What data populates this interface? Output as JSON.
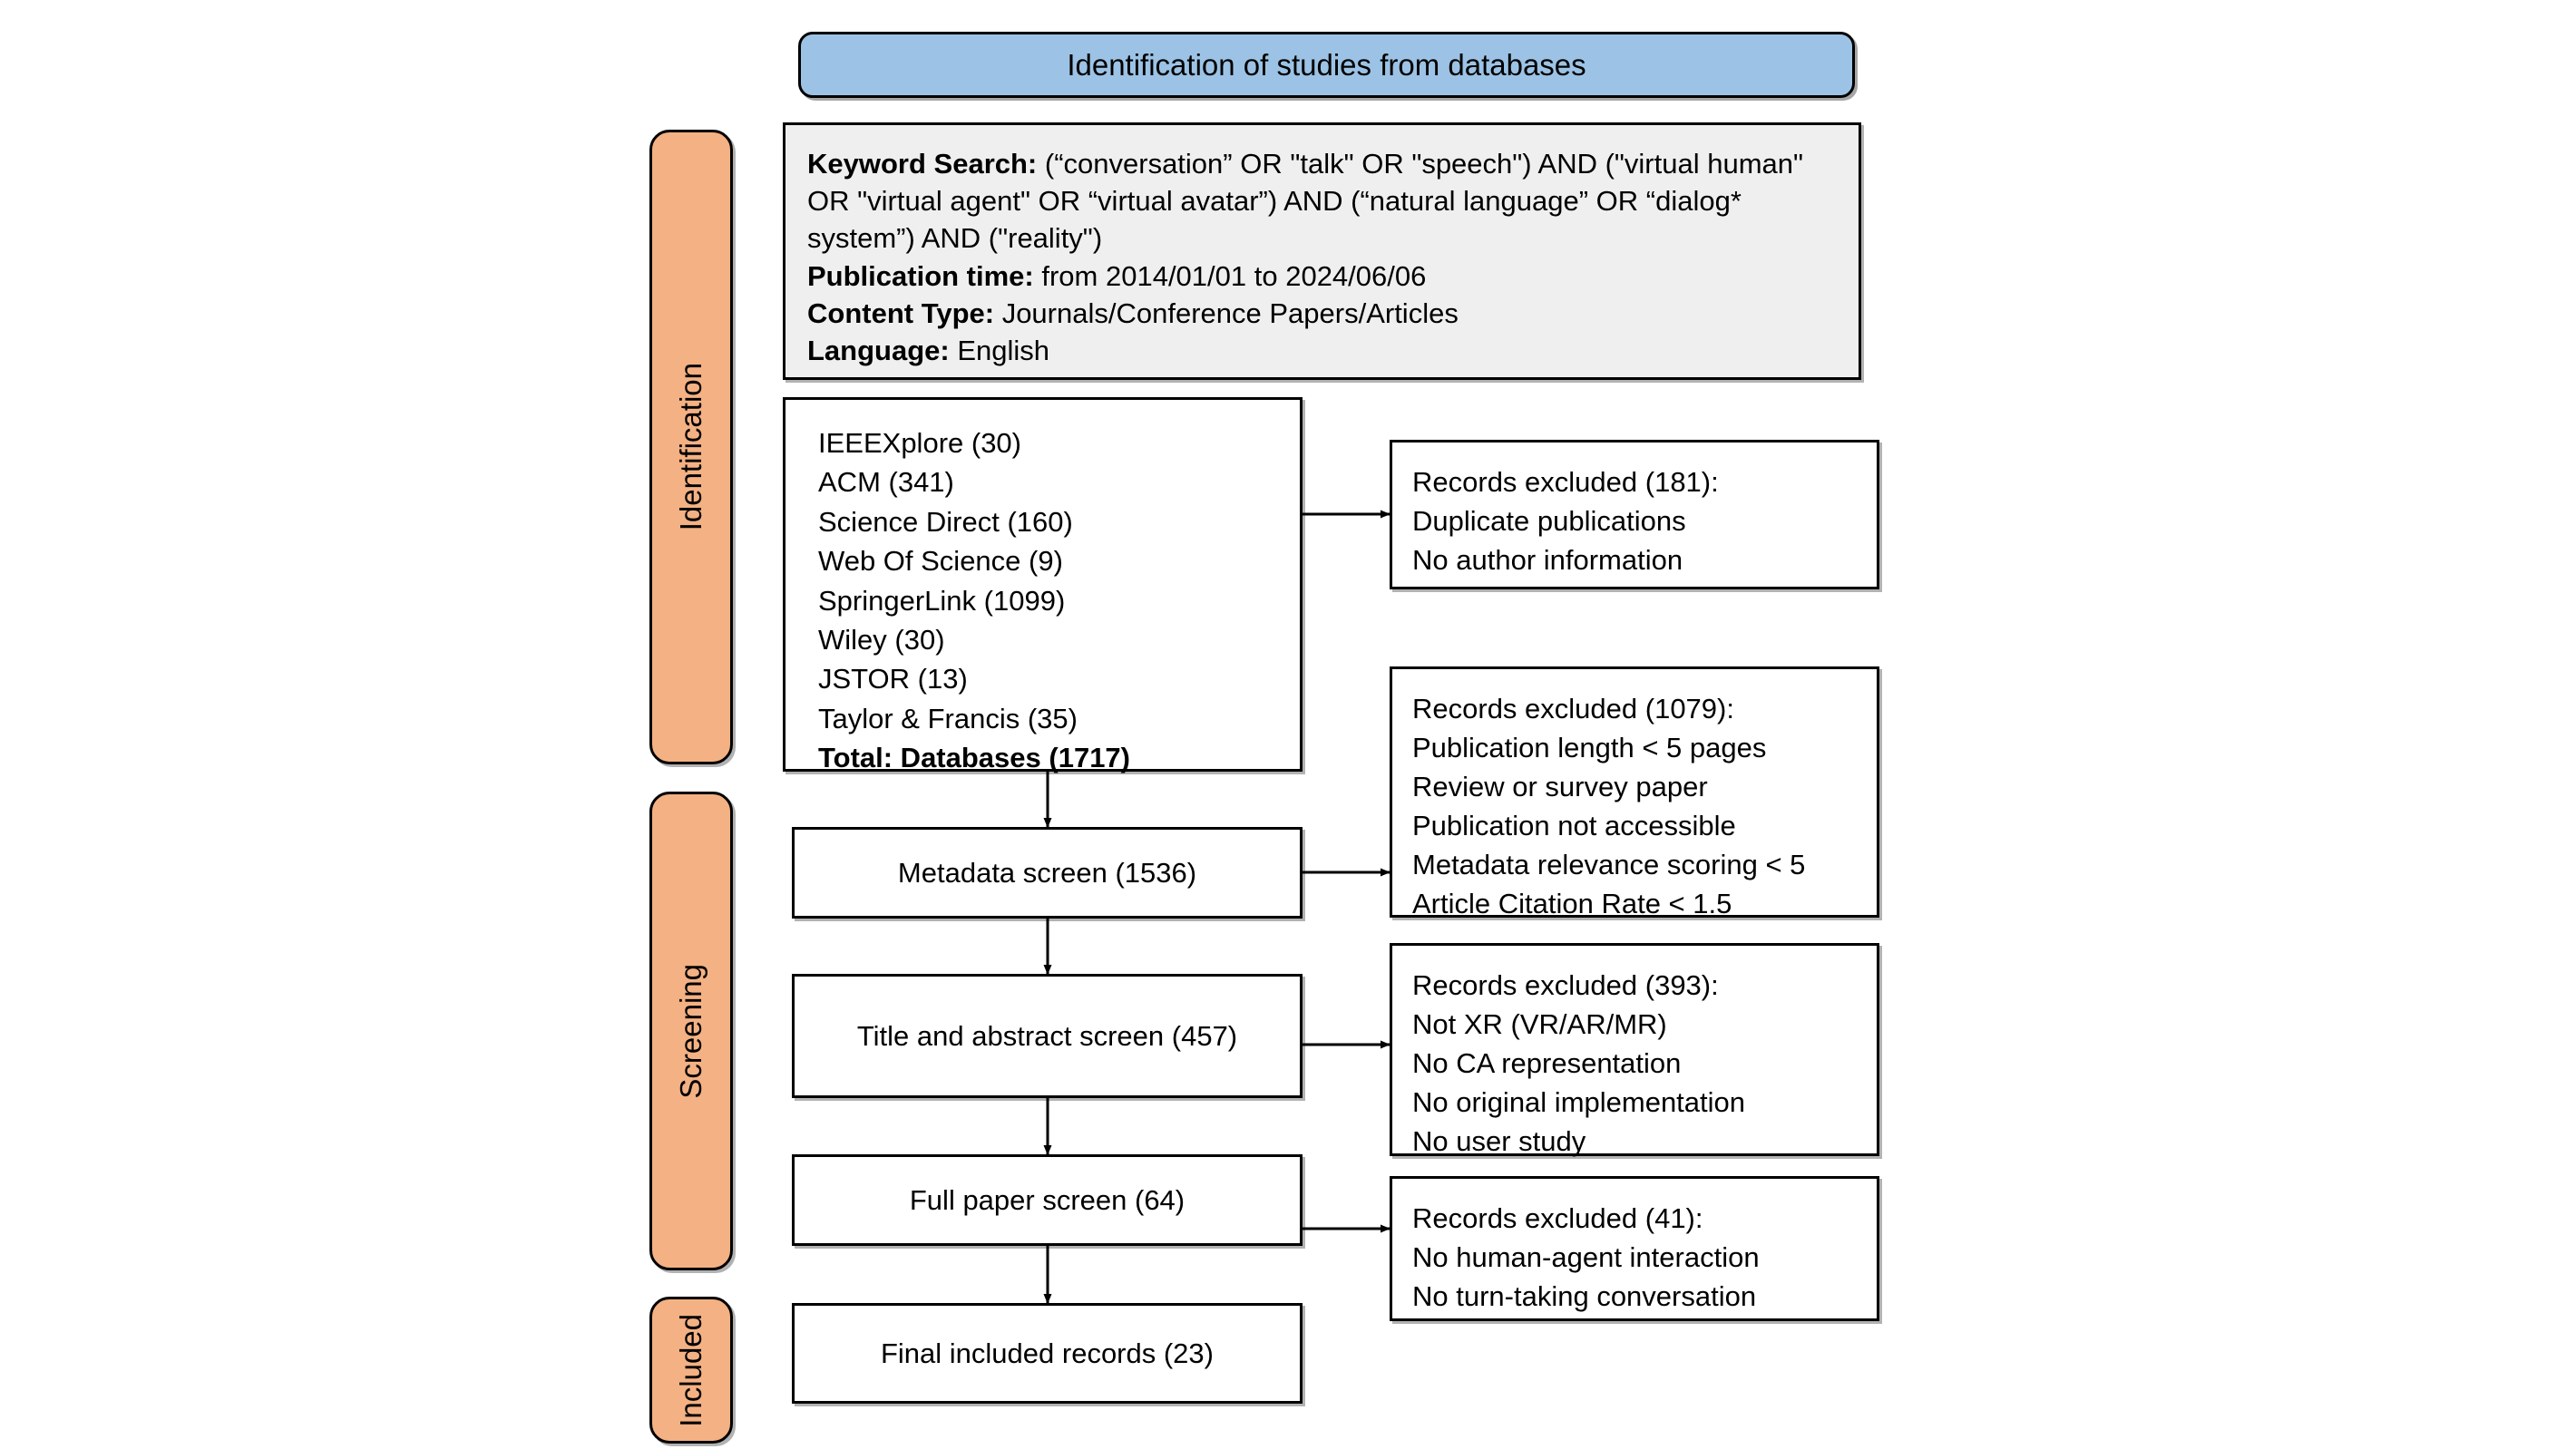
{
  "diagram": {
    "title": "PRISMA study selection flow diagram",
    "colors": {
      "header_blue": "#9cc3e5",
      "stage_orange": "#f4b183",
      "criteria_grey": "#efefef",
      "box_white": "#ffffff",
      "stroke_black": "#000000"
    }
  },
  "header": {
    "label": "Identification of studies from databases"
  },
  "stages": [
    {
      "label": "Identification"
    },
    {
      "label": "Screening"
    },
    {
      "label": "Included"
    }
  ],
  "criteria": {
    "keyword_label": "Keyword Search:",
    "keyword_value": " (“conversation” OR \"talk\" OR \"speech\") AND (\"virtual human\" OR \"virtual agent\" OR “virtual avatar”) AND (“natural language” OR “dialog* system”) AND (\"reality\")",
    "publication_time_label": "Publication time:",
    "publication_time_value": " from 2014/01/01 to 2024/06/06",
    "content_type_label": "Content Type:",
    "content_type_value": " Journals/Conference Papers/Articles",
    "language_label": "Language:",
    "language_value": " English"
  },
  "databases": {
    "items": [
      "IEEEXplore (30)",
      "ACM (341)",
      "Science Direct (160)",
      "Web Of Science (9)",
      "SpringerLink (1099)",
      "Wiley (30)",
      "JSTOR (13)",
      "Taylor & Francis (35)"
    ],
    "total": "Total: Databases (1717)"
  },
  "steps": [
    {
      "label": "Metadata screen (1536)"
    },
    {
      "label": "Title and abstract screen (457)"
    },
    {
      "label": "Full paper screen (64)"
    },
    {
      "label": "Final included records (23)"
    }
  ],
  "exclusions": [
    {
      "heading": "Records excluded (181):",
      "reasons": [
        "Duplicate publications",
        "No author information"
      ]
    },
    {
      "heading": "Records excluded (1079):",
      "reasons": [
        "Publication length < 5 pages",
        "Review or survey paper",
        "Publication not accessible",
        "Metadata relevance scoring < 5",
        "Article Citation Rate < 1.5"
      ]
    },
    {
      "heading": "Records excluded (393):",
      "reasons": [
        "Not XR (VR/AR/MR)",
        "No CA representation",
        "No original implementation",
        "No user study"
      ]
    },
    {
      "heading": "Records excluded (41):",
      "reasons": [
        "No human-agent interaction",
        "No turn-taking conversation"
      ]
    }
  ]
}
